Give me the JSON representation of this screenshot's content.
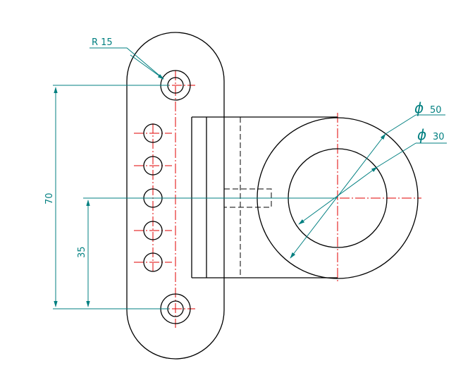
{
  "labels": {
    "radius": "R 15",
    "dia_outer_symbol": "ϕ",
    "dia_outer_value": "50",
    "dia_inner_symbol": "ϕ",
    "dia_inner_value": "30",
    "dim_70": "70",
    "dim_35": "35"
  },
  "colors": {
    "outline": "#000000",
    "dimension": "#007f80",
    "centerline": "#e00000"
  },
  "hole_count_left_row": 5
}
